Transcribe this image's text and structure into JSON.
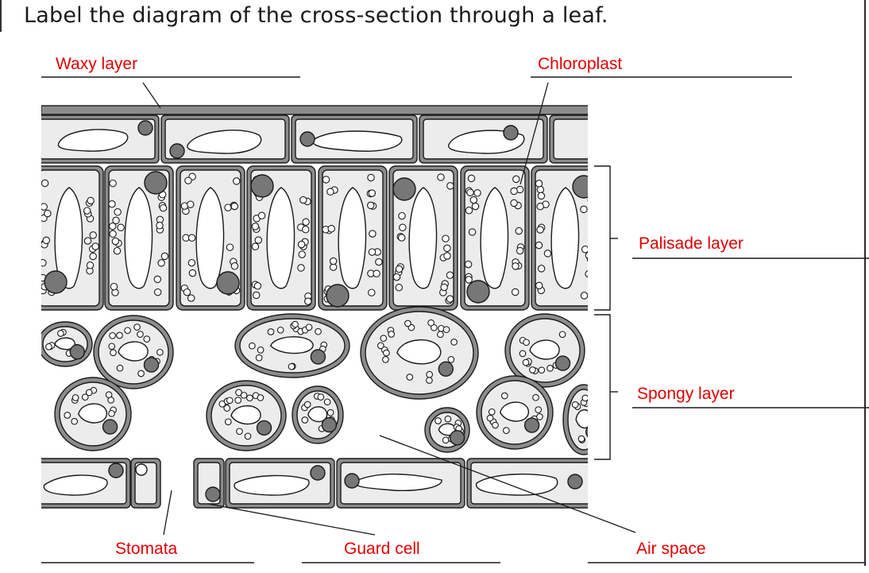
{
  "instruction": "Label the diagram of the cross-section through a leaf.",
  "labels": {
    "waxy_layer": "Waxy layer",
    "chloroplast": "Chloroplast",
    "palisade_layer": "Palisade layer",
    "spongy_layer": "Spongy layer",
    "stomata": "Stomata",
    "guard_cell": "Guard cell",
    "air_space": "Air space"
  },
  "colors": {
    "label_text": "#e00000",
    "cell_fill": "#ececec",
    "cell_wall": "#8c8c8c",
    "nucleus": "#777777",
    "outline": "#1a1a1a"
  }
}
